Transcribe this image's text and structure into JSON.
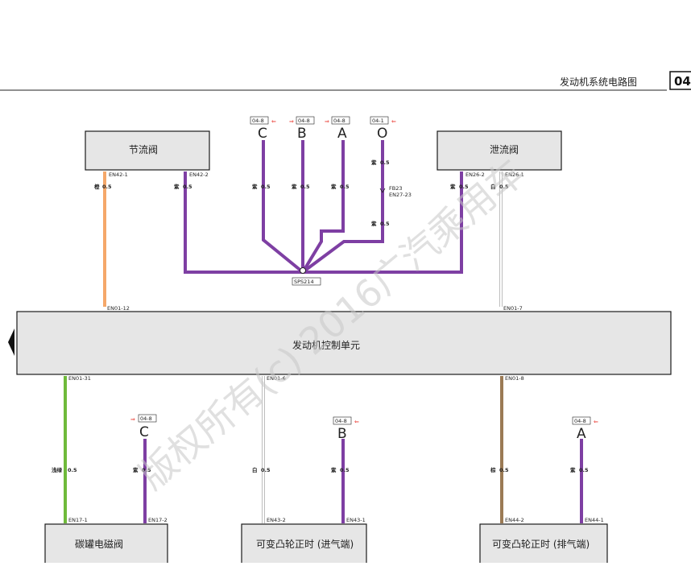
{
  "header": {
    "title": "发动机系统电路图",
    "page": "04"
  },
  "colors": {
    "purple": "#7e3fa3",
    "orange": "#f5a86a",
    "green": "#6fba3a",
    "brown": "#9b7a55",
    "white_wire": "#c8c8c8",
    "arrow_red": "#e8332a"
  },
  "components": {
    "throttle": "节流阀",
    "purge": "泄流阀",
    "ecu": "发动机控制单元",
    "canister": "碳罐电磁阀",
    "vvt_in": "可变凸轮正时 (进气端)",
    "vvt_ex": "可变凸轮正时 (排气端)"
  },
  "pins": {
    "en42_1": "EN42-1",
    "en42_2": "EN42-2",
    "en26_2": "EN26-2",
    "en26_1": "EN26-1",
    "en01_12": "EN01-12",
    "en01_7": "EN01-7",
    "en01_31": "EN01-31",
    "en01_6": "EN01-6",
    "en01_8": "EN01-8",
    "en17_1": "EN17-1",
    "en17_2": "EN17-2",
    "en43_2": "EN43-2",
    "en43_1": "EN43-1",
    "en44_2": "EN44-2",
    "en44_1": "EN44-1"
  },
  "wires": {
    "orange": "橙",
    "purple": "紫",
    "white": "白",
    "lightgreen": "浅绿",
    "brown": "棕",
    "size": "0.5"
  },
  "refs": {
    "r04_8": "04-8",
    "r04_1": "04-1",
    "fb23": "FB23",
    "en27_23": "EN27-23",
    "splice": "SPS214"
  },
  "letters": {
    "c": "C",
    "b": "B",
    "a": "A",
    "o": "O"
  },
  "watermark": "版权所有(c) 2016广汽乘用车"
}
